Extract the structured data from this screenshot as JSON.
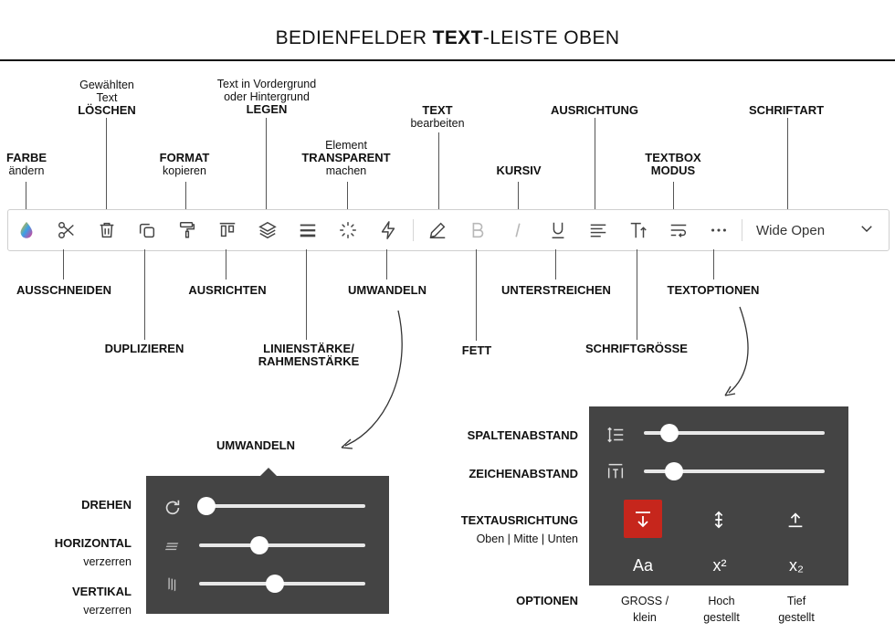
{
  "header": {
    "title_pre": "BEDIENFELDER ",
    "title_bold": "TEXT",
    "title_post": "-LEISTE OBEN"
  },
  "top_labels": {
    "farbe": {
      "bold": "FARBE",
      "normal": "ändern"
    },
    "loeschen": {
      "line1": "Gewählten",
      "line2": "Text",
      "bold": "LÖSCHEN"
    },
    "format": {
      "bold": "FORMAT",
      "normal": "kopieren"
    },
    "legen": {
      "line1": "Text in Vordergrund",
      "line2": "oder Hintergrund",
      "bold": "LEGEN"
    },
    "transparent": {
      "line1": "Element",
      "bold": "TRANSPARENT",
      "normal": "machen"
    },
    "text_bearbeiten": {
      "bold": "TEXT",
      "normal": "bearbeiten"
    },
    "kursiv": {
      "bold": "KURSIV"
    },
    "ausrichtung": {
      "bold": "AUSRICHTUNG"
    },
    "textbox": {
      "bold1": "TEXTBOX",
      "bold2": "MODUS"
    },
    "schriftart": {
      "bold": "SCHRIFTART"
    }
  },
  "bottom_labels": {
    "ausschneiden": "AUSSCHNEIDEN",
    "duplizieren": "DUPLIZIEREN",
    "ausrichten": "AUSRICHTEN",
    "linienstaerke1": "LINIENSTÄRKE/",
    "linienstaerke2": "RAHMENSTÄRKE",
    "umwandeln": "UMWANDELN",
    "fett": "FETT",
    "unterstreichen": "UNTERSTREICHEN",
    "schriftgroesse": "SCHRIFTGRÖSSE",
    "textoptionen": "TEXTOPTIONEN"
  },
  "toolbar": {
    "icons": [
      "color-drop-icon",
      "scissors-icon",
      "trash-icon",
      "duplicate-icon",
      "paint-roller-icon",
      "align-top-icon",
      "layers-icon",
      "line-weight-icon",
      "transparency-icon",
      "lightning-icon",
      "pencil-icon",
      "bold-icon",
      "italic-icon",
      "underline-icon",
      "align-left-icon",
      "font-size-icon",
      "text-wrap-icon",
      "more-icon"
    ],
    "font_name": "Wide Open"
  },
  "umwandeln_panel": {
    "title": "UMWANDELN",
    "rows": [
      {
        "bold": "DREHEN",
        "normal": "",
        "icon": "rotate-icon",
        "value": 0.0
      },
      {
        "bold": "HORIZONTAL",
        "normal": "verzerren",
        "icon": "skew-horizontal-icon",
        "value": 0.35
      },
      {
        "bold": "VERTIKAL",
        "normal": "verzerren",
        "icon": "skew-vertical-icon",
        "value": 0.45
      }
    ]
  },
  "textoptionen_panel": {
    "spaltenabstand": {
      "label": "SPALTENABSTAND",
      "icon": "line-spacing-icon",
      "value": 0.1
    },
    "zeichenabstand": {
      "label": "ZEICHENABSTAND",
      "icon": "char-spacing-icon",
      "value": 0.13
    },
    "textausrichtung": {
      "label": "TEXTAUSRICHTUNG",
      "sub": "Oben | Mitte  | Unten"
    },
    "optionen": {
      "label": "OPTIONEN"
    },
    "case_glyph": "Aa",
    "super_glyph": "x²",
    "sub_glyph": "x₂",
    "captions": {
      "gross1": "GROSS /",
      "gross2": "klein",
      "hoch1": "Hoch",
      "hoch2": "gestellt",
      "tief1": "Tief",
      "tief2": "gestellt"
    },
    "active_color": "#c6261c"
  }
}
